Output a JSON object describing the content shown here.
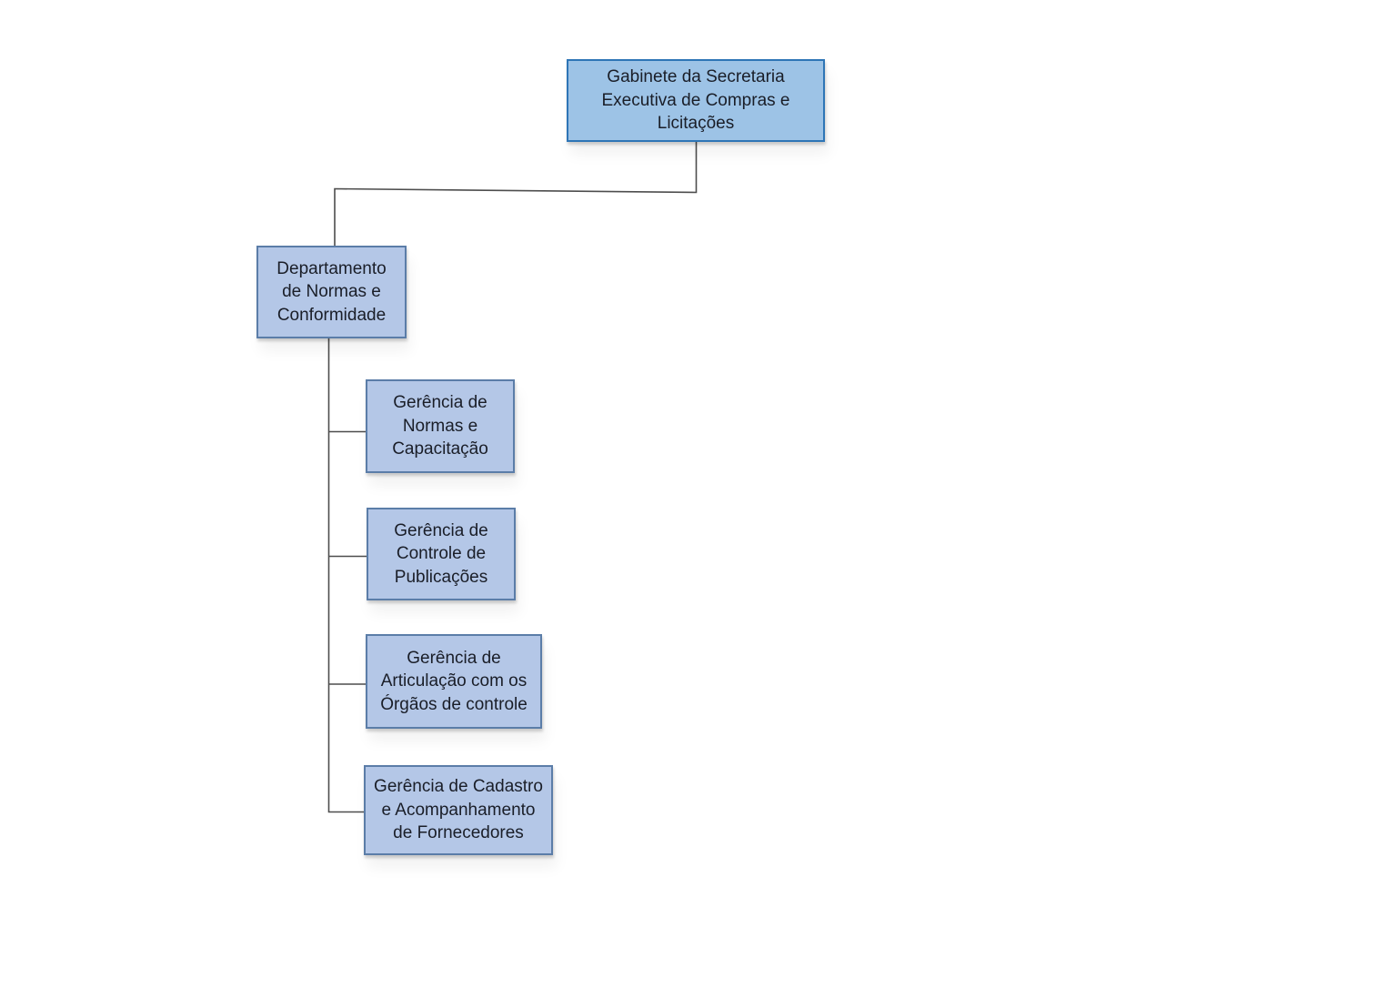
{
  "page": {
    "background": "#FFFFFF"
  },
  "org_chart": {
    "type": "org-tree",
    "text_color": "#1A1E28",
    "connector_color": "#4D4D4D",
    "root": {
      "label": "Gabinete da Secretaria\nExecutiva de Compras e\nLicitações",
      "fill": "#9DC3E6",
      "border": "#2E75B6"
    },
    "department": {
      "label": "Departamento\nde Normas e\nConformidade",
      "fill": "#B4C7E7",
      "border": "#5B7DA8"
    },
    "units": [
      {
        "label": "Gerência de\nNormas e\nCapacitação",
        "fill": "#B4C7E7",
        "border": "#5B7DA8"
      },
      {
        "label": "Gerência de\nControle de\nPublicações",
        "fill": "#B4C7E7",
        "border": "#5B7DA8"
      },
      {
        "label": "Gerência de\nArticulação com os\nÓrgãos de controle",
        "fill": "#B4C7E7",
        "border": "#5B7DA8"
      },
      {
        "label": "Gerência de Cadastro\ne Acompanhamento\nde Fornecedores",
        "fill": "#B4C7E7",
        "border": "#5B7DA8"
      }
    ]
  }
}
